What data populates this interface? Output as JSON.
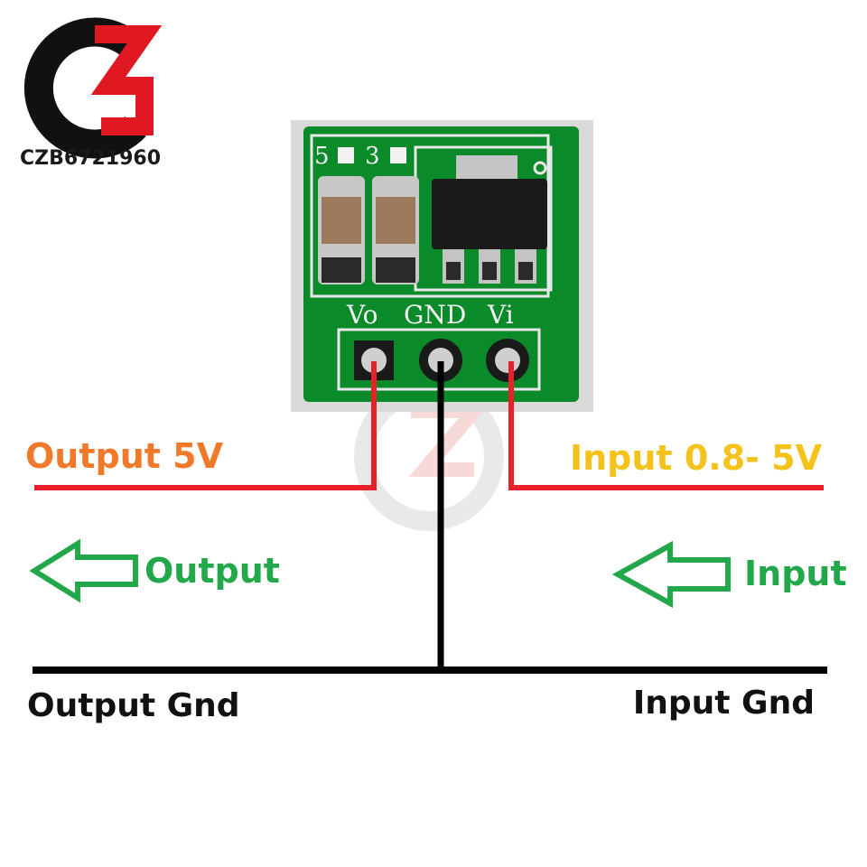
{
  "logo": {
    "text": "CZB6721960"
  },
  "board": {
    "silk_left_code": "5",
    "silk_mid_code": "3",
    "pin_labels": [
      "Vo",
      "GND",
      "Vi"
    ],
    "pcb_color": "#0b8a2a"
  },
  "labels": {
    "output_voltage": "Output 5V",
    "input_voltage": "Input 0.8- 5V",
    "output_arrow": "Output",
    "input_arrow": "Input",
    "output_gnd": "Output Gnd",
    "input_gnd": "Input Gnd"
  },
  "colors": {
    "output_voltage_text": "#f07a2a",
    "input_voltage_text": "#f5c21c",
    "arrow_green": "#22a84a",
    "wire_red": "#e8202a",
    "wire_black": "#000000"
  }
}
